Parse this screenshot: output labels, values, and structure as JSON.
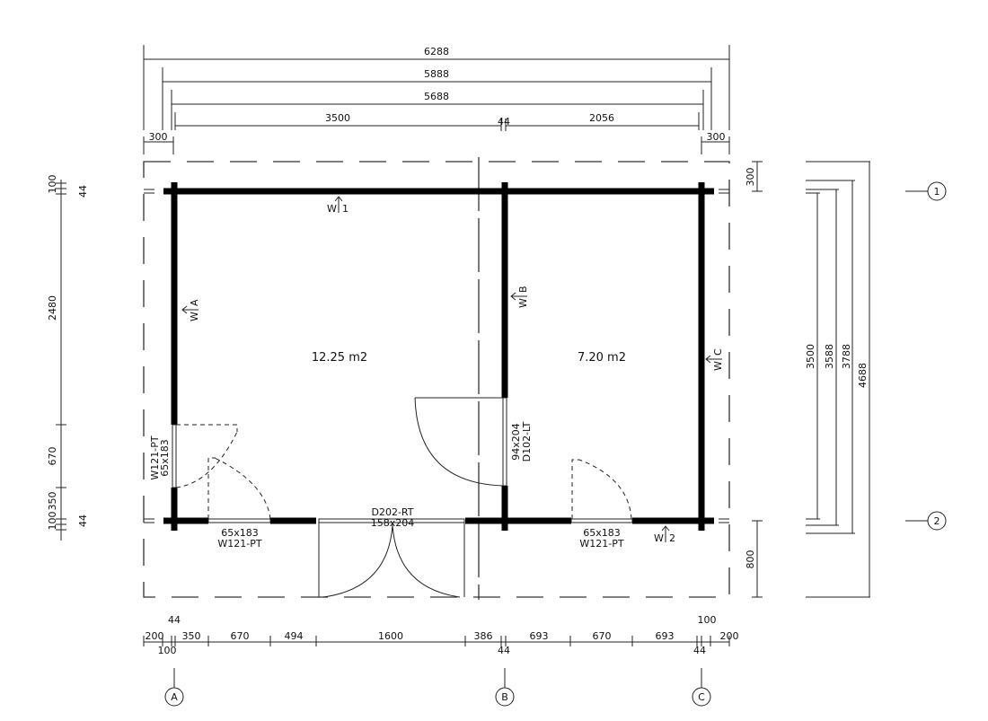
{
  "rooms": [
    {
      "area": "12.25 m2"
    },
    {
      "area": "7.20 m2"
    }
  ],
  "top_dims": {
    "overall": "6288",
    "outer": "5888",
    "walls": "5688",
    "left_room": "3500",
    "right_room": "2056",
    "wall_thickness": "44",
    "overhang_left": "300",
    "overhang_right": "300"
  },
  "right_dims": {
    "overhang_top": "300",
    "overhang_bottom": "800",
    "d1": "3500",
    "d2": "3588",
    "d3": "3788",
    "overall": "4688"
  },
  "left_dims": {
    "a": "100",
    "b": "44",
    "c": "2480",
    "d": "670",
    "e": "350",
    "f": "100",
    "g": "44"
  },
  "bottom_dims": [
    "200",
    "100",
    "44",
    "350",
    "670",
    "494",
    "1600",
    "386",
    "44",
    "693",
    "670",
    "693",
    "44",
    "100",
    "200"
  ],
  "grid": {
    "cols": [
      "A",
      "B",
      "C"
    ],
    "rows": [
      "1",
      "2"
    ]
  },
  "walls": {
    "w1": "W",
    "w1n": "1",
    "wa": "W",
    "wan": "A",
    "wb": "W",
    "wbn": "B",
    "wc": "W",
    "wcn": "C",
    "w2": "W",
    "w2n": "2"
  },
  "openings": {
    "left_window": {
      "type": "W121-PT",
      "size": "65x183"
    },
    "bottom_left_window": {
      "type": "W121-PT",
      "size": "65x183"
    },
    "bottom_right_window": {
      "type": "W121-PT",
      "size": "65x183"
    },
    "main_door": {
      "type": "D202-RT",
      "size": "158x204"
    },
    "inner_door": {
      "type": "D102-LT",
      "size": "94x204"
    }
  }
}
